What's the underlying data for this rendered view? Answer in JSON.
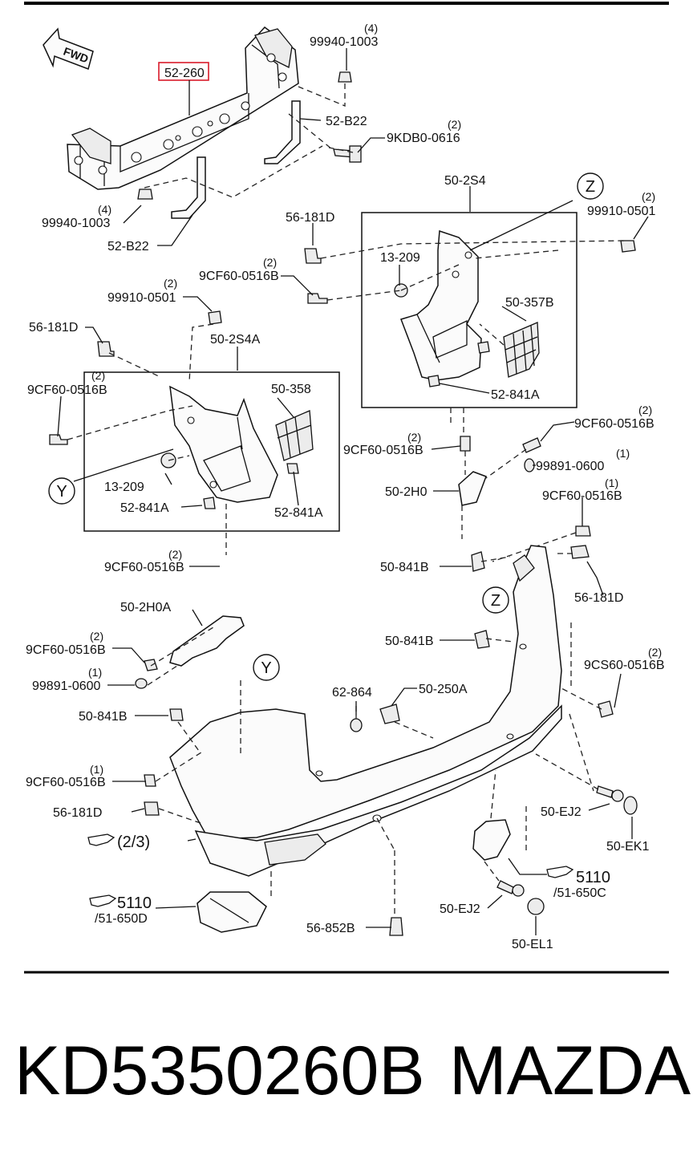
{
  "diagram": {
    "fwd_label": "FWD",
    "highlighted_part": "52-260",
    "callouts": {
      "c1": {
        "qty": "(4)",
        "code": "99940-1003"
      },
      "c2": {
        "qty": "",
        "code": "52-260"
      },
      "c3": {
        "qty": "",
        "code": "52-B22"
      },
      "c4": {
        "qty": "(2)",
        "code": "9KDB0-0616"
      },
      "c5": {
        "qty": "(4)",
        "code": "99940-1003"
      },
      "c6": {
        "qty": "",
        "code": "52-B22"
      },
      "c7": {
        "qty": "",
        "code": "50-2S4"
      },
      "c8": {
        "qty": "(2)",
        "code": "99910-0501"
      },
      "c9": {
        "qty": "",
        "code": "56-181D"
      },
      "c10": {
        "qty": "",
        "code": "13-209"
      },
      "c11": {
        "qty": "(2)",
        "code": "9CF60-0516B"
      },
      "c12": {
        "qty": "(2)",
        "code": "99910-0501"
      },
      "c13": {
        "qty": "",
        "code": "50-357B"
      },
      "c14": {
        "qty": "",
        "code": "56-181D"
      },
      "c15": {
        "qty": "",
        "code": "50-2S4A"
      },
      "c16": {
        "qty": "(2)",
        "code": "9CF60-0516B"
      },
      "c17": {
        "qty": "",
        "code": "50-358"
      },
      "c18": {
        "qty": "",
        "code": "52-841A"
      },
      "c19": {
        "qty": "(2)",
        "code": "9CF60-0516B"
      },
      "c20": {
        "qty": "(2)",
        "code": "9CF60-0516B"
      },
      "c21": {
        "qty": "(1)",
        "code": "99891-0600"
      },
      "c22": {
        "qty": "",
        "code": "13-209"
      },
      "c23": {
        "qty": "",
        "code": "50-2H0"
      },
      "c24": {
        "qty": "(1)",
        "code": "9CF60-0516B"
      },
      "c25": {
        "qty": "",
        "code": "52-841A"
      },
      "c26": {
        "qty": "",
        "code": "52-841A"
      },
      "c27": {
        "qty": "(2)",
        "code": "9CF60-0516B"
      },
      "c28": {
        "qty": "",
        "code": "50-841B"
      },
      "c29": {
        "qty": "",
        "code": "56-181D"
      },
      "c30": {
        "qty": "",
        "code": "50-2H0A"
      },
      "c31": {
        "qty": "(2)",
        "code": "9CF60-0516B"
      },
      "c32": {
        "qty": "",
        "code": "50-841B"
      },
      "c33": {
        "qty": "(1)",
        "code": "99891-0600"
      },
      "c34": {
        "qty": "(2)",
        "code": "9CS60-0516B"
      },
      "c35": {
        "qty": "",
        "code": "62-864"
      },
      "c36": {
        "qty": "",
        "code": "50-250A"
      },
      "c37": {
        "qty": "",
        "code": "50-841B"
      },
      "c38": {
        "qty": "(1)",
        "code": "9CF60-0516B"
      },
      "c39": {
        "qty": "",
        "code": "56-181D"
      },
      "c40": {
        "qty": "",
        "code": "50-EJ2"
      },
      "c41": {
        "qty": "",
        "code": "50-EK1"
      },
      "c42": {
        "qty": "",
        "code": "50-EJ2"
      },
      "c43": {
        "qty": "",
        "code": "56-852B"
      },
      "c44": {
        "qty": "",
        "code": "50-EL1"
      }
    },
    "refs": {
      "r1": {
        "num": "(2/3)",
        "sub": ""
      },
      "r2": {
        "num": "5110",
        "sub": "/51-650C"
      },
      "r3": {
        "num": "5110",
        "sub": "/51-650D"
      }
    },
    "view_markers": {
      "z1": "Z",
      "z2": "Z",
      "y1": "Y",
      "y2": "Y"
    }
  },
  "footer": {
    "part_number": "KD5350260B",
    "brand": "MAZDA"
  }
}
